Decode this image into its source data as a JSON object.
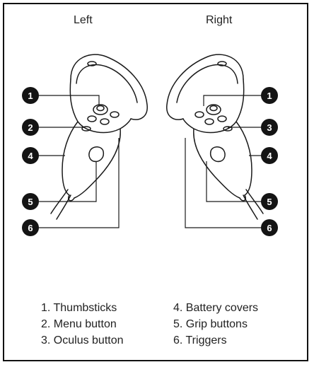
{
  "titles": {
    "left": "Left",
    "right": "Right"
  },
  "callouts": [
    "1",
    "2",
    "4",
    "5",
    "6"
  ],
  "legend": {
    "col1": [
      "1. Thumbsticks",
      "2. Menu button",
      "3. Oculus button"
    ],
    "col2": [
      "4. Battery covers",
      "5. Grip buttons",
      "6. Triggers"
    ]
  },
  "colors": {
    "line": "#1a1a1a",
    "badge": "#141414",
    "badge_text": "#ffffff"
  }
}
